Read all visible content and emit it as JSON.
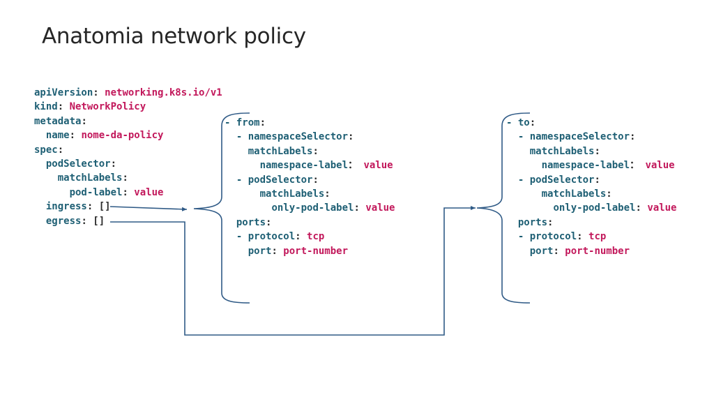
{
  "title": "Anatomia network policy",
  "main_yaml": [
    {
      "indent": "",
      "key": "apiVersion",
      "sep": ": ",
      "value": "networking.k8s.io/v1",
      "value_type": "string"
    },
    {
      "indent": "",
      "key": "kind",
      "sep": ": ",
      "value": "NetworkPolicy",
      "value_type": "string"
    },
    {
      "indent": "",
      "key": "metadata",
      "sep": ":",
      "value": "",
      "value_type": "string"
    },
    {
      "indent": "  ",
      "key": "name",
      "sep": ": ",
      "value": "nome-da-policy",
      "value_type": "string"
    },
    {
      "indent": "",
      "key": "spec",
      "sep": ":",
      "value": "",
      "value_type": "string"
    },
    {
      "indent": "  ",
      "key": "podSelector",
      "sep": ":",
      "value": "",
      "value_type": "string"
    },
    {
      "indent": "    ",
      "key": "matchLabels",
      "sep": ":",
      "value": "",
      "value_type": "string"
    },
    {
      "indent": "      ",
      "key": "pod-label",
      "sep": ": ",
      "value": "value",
      "value_type": "string"
    },
    {
      "indent": "  ",
      "key": "ingress",
      "sep": ": ",
      "value": "[]",
      "value_type": "punct"
    },
    {
      "indent": "  ",
      "key": "egress",
      "sep": ": ",
      "value": "[]",
      "value_type": "punct"
    }
  ],
  "from_yaml": [
    {
      "indent": "",
      "key": "- from",
      "sep": ":",
      "value": "",
      "value_type": "string"
    },
    {
      "indent": "  ",
      "key": "- namespaceSelector",
      "sep": ":",
      "value": "",
      "value_type": "string"
    },
    {
      "indent": "    ",
      "key": "matchLabels",
      "sep": ":",
      "value": "",
      "value_type": "string"
    },
    {
      "indent": "      ",
      "key": "namespace-label",
      "sep": "： ",
      "value": "value",
      "value_type": "string"
    },
    {
      "indent": "  ",
      "key": "- podSelector",
      "sep": ":",
      "value": "",
      "value_type": "string"
    },
    {
      "indent": "      ",
      "key": "matchLabels",
      "sep": ":",
      "value": "",
      "value_type": "string"
    },
    {
      "indent": "        ",
      "key": "only-pod-label",
      "sep": ": ",
      "value": "value",
      "value_type": "string"
    },
    {
      "indent": "  ",
      "key": "ports",
      "sep": ":",
      "value": "",
      "value_type": "string"
    },
    {
      "indent": "  ",
      "key": "- protocol",
      "sep": ": ",
      "value": "tcp",
      "value_type": "string"
    },
    {
      "indent": "    ",
      "key": "port",
      "sep": ": ",
      "value": "port-number",
      "value_type": "string"
    }
  ],
  "to_yaml": [
    {
      "indent": "",
      "key": "- to",
      "sep": ":",
      "value": "",
      "value_type": "string"
    },
    {
      "indent": "  ",
      "key": "- namespaceSelector",
      "sep": ":",
      "value": "",
      "value_type": "string"
    },
    {
      "indent": "    ",
      "key": "matchLabels",
      "sep": ":",
      "value": "",
      "value_type": "string"
    },
    {
      "indent": "      ",
      "key": "namespace-label",
      "sep": "： ",
      "value": "value",
      "value_type": "string"
    },
    {
      "indent": "  ",
      "key": "- podSelector",
      "sep": ":",
      "value": "",
      "value_type": "string"
    },
    {
      "indent": "      ",
      "key": "matchLabels",
      "sep": ":",
      "value": "",
      "value_type": "string"
    },
    {
      "indent": "        ",
      "key": "only-pod-label",
      "sep": ": ",
      "value": "value",
      "value_type": "string"
    },
    {
      "indent": "  ",
      "key": "ports",
      "sep": ":",
      "value": "",
      "value_type": "string"
    },
    {
      "indent": "  ",
      "key": "- protocol",
      "sep": ": ",
      "value": "tcp",
      "value_type": "string"
    },
    {
      "indent": "    ",
      "key": "port",
      "sep": ": ",
      "value": "port-number",
      "value_type": "string"
    }
  ],
  "colors": {
    "key": "#1e5f74",
    "value": "#c2185b",
    "punct": "#2b2b2b",
    "connector": "#2f5a86",
    "title": "#262626"
  }
}
